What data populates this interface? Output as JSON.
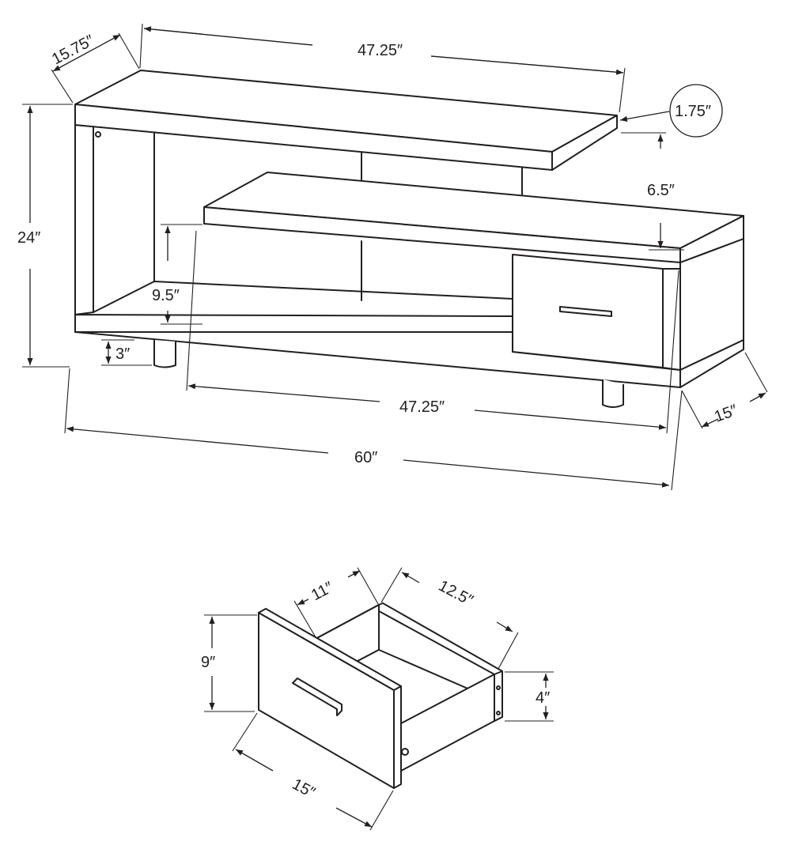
{
  "dimensions": {
    "depth_top": "15.75″",
    "width_top_shelf": "47.25″",
    "shelf_thickness": "1.75″",
    "height_total": "24″",
    "shelf_gap": "6.5″",
    "lower_opening": "9.5″",
    "leg_height": "3″",
    "width_lower_shelf": "47.25″",
    "width_total": "60″",
    "depth_base": "15″",
    "drawer_depth": "11″",
    "drawer_length": "12.5″",
    "drawer_front_height": "9″",
    "drawer_side_height": "4″",
    "drawer_width": "15″"
  },
  "colors": {
    "line": "#231f20",
    "background": "#ffffff"
  }
}
